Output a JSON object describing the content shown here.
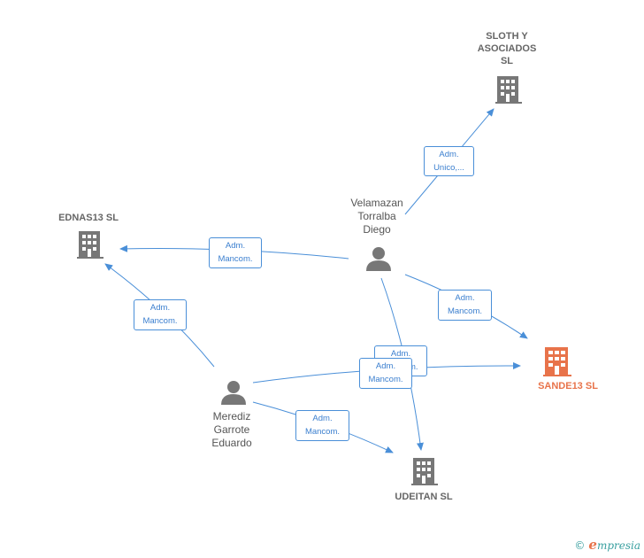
{
  "nodes": {
    "sloth": {
      "label": "SLOTH Y\nASOCIADOS\nSL"
    },
    "ednas13": {
      "label": "EDNAS13  SL"
    },
    "velamazan": {
      "label": "Velamazan\nTorralba\nDiego"
    },
    "sande13": {
      "label": "SANDE13  SL"
    },
    "merediz": {
      "label": "Merediz\nGarrote\nEduardo"
    },
    "udeitan": {
      "label": "UDEITAN  SL"
    }
  },
  "edges": {
    "vel_sloth": "Adm.\nUnico,...",
    "vel_ednas": "Adm.\nMancom.",
    "vel_sande": "Adm.\nMancom.",
    "vel_udeitan": "Adm.\nMancom.",
    "mer_ednas": "Adm.\nMancom.",
    "mer_sande": "Adm.\nMancom.",
    "mer_udeitan": "Adm.\nMancom."
  },
  "footer": {
    "copyright": "©",
    "brand_initial": "e",
    "brand_rest": "mpresia"
  },
  "colors": {
    "edge": "#4a8fd8",
    "company": "#777777",
    "main_company": "#e8734a",
    "person": "#777777"
  }
}
